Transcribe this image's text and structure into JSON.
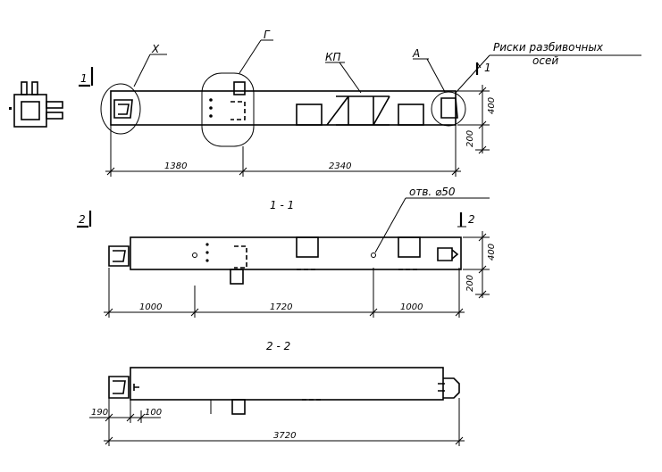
{
  "labels": {
    "callout_x": "X",
    "callout_g": "Г",
    "callout_kp": "КП",
    "callout_a": "А",
    "risks_line1": "Риски разбивочных",
    "risks_line2": "осей",
    "section_mark_1_left": "1",
    "section_mark_1_right": "1",
    "section_title_1": "1 - 1",
    "section_mark_2_left": "2",
    "section_mark_2_right": "2",
    "section_title_2": "2 - 2",
    "hole_note": "отв. ⌀50"
  },
  "dimensions": {
    "view1_left": "1380",
    "view1_right": "2340",
    "view1_height": "400",
    "view1_offset": "200",
    "view2_left": "1000",
    "view2_mid": "1720",
    "view2_right": "1000",
    "view2_height": "400",
    "view2_offset": "200",
    "view3_small_1": "190",
    "view3_small_2": "100",
    "view3_total": "3720"
  }
}
